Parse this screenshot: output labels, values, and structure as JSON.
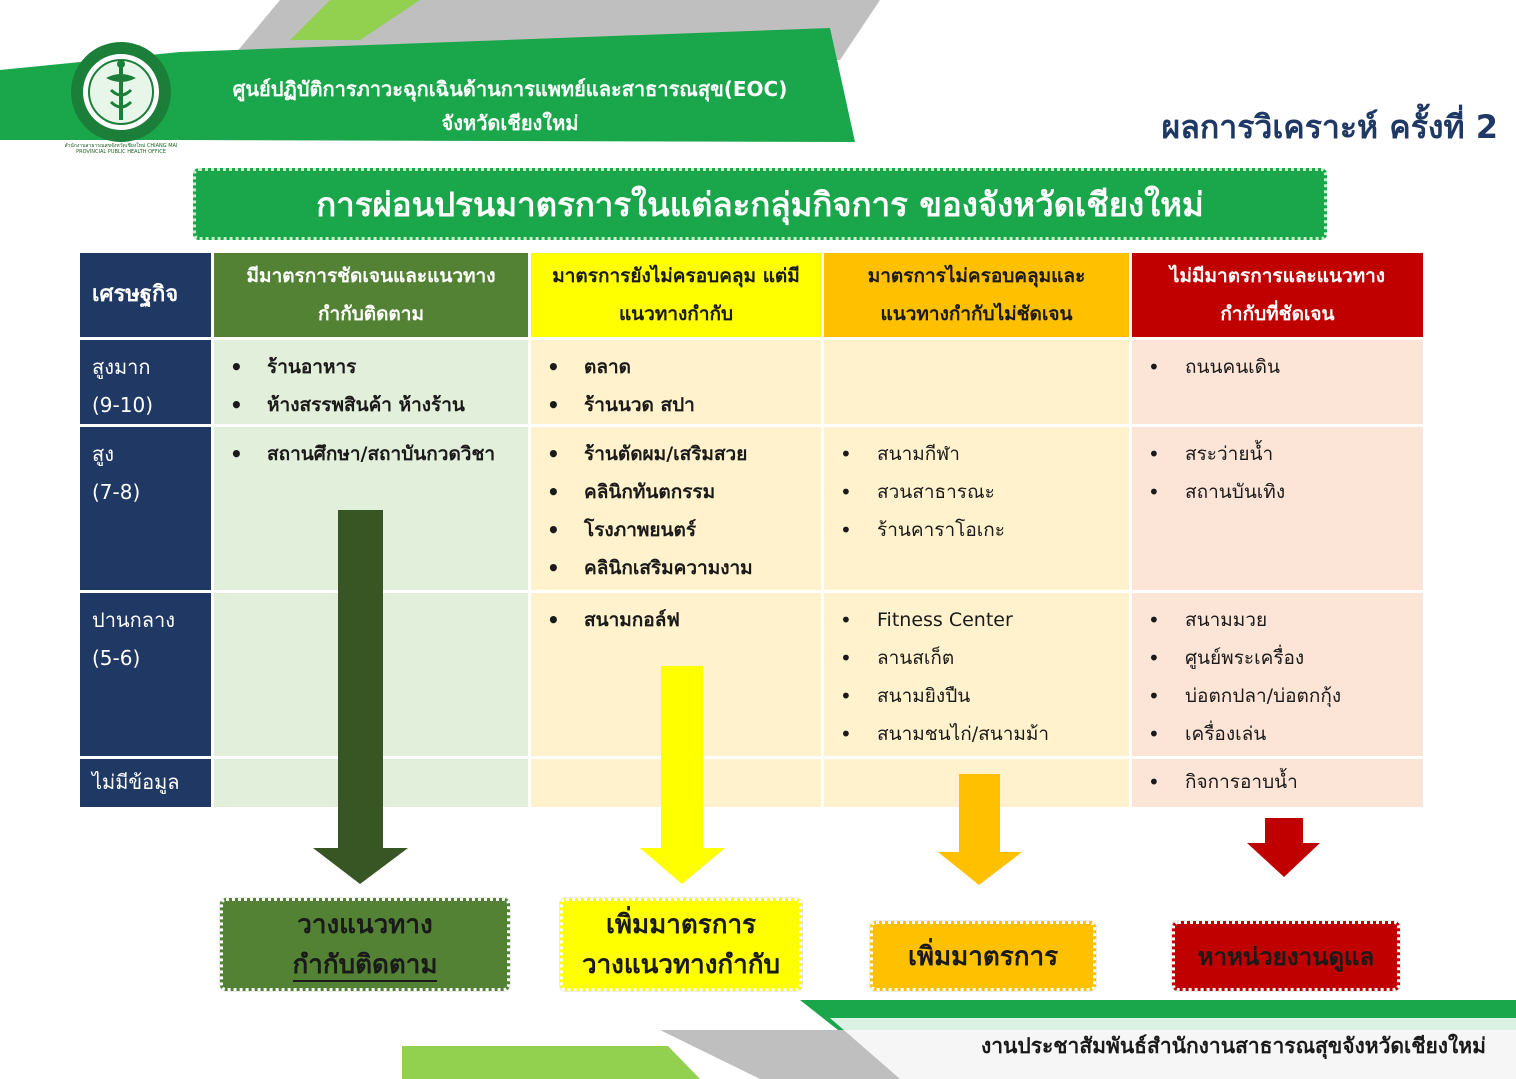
{
  "header": {
    "title_line1": "ศูนย์ปฏิบัติการภาวะฉุกเฉินด้านการแพทย์และสาธารณสุข(EOC)",
    "title_line2": "จังหวัดเชียงใหม่",
    "analysis": "ผลการวิเคราะห์ ครั้งที่ 2",
    "logo_caption": "สำนักงานสาธารณสุขจังหวัดเชียงใหม่ CHIANG MAI PROVINCIAL PUBLIC HEALTH OFFICE"
  },
  "banner": "การผ่อนปรนมาตรการในแต่ละกลุ่มกิจการ ของจังหวัดเชียงใหม่",
  "table": {
    "header_economy": "เศรษฐกิจ",
    "columns": [
      {
        "line1": "มีมาตรการชัดเจนและแนวทาง",
        "line2": "กำกับติดตาม",
        "color": "#548235"
      },
      {
        "line1": "มาตรการยังไม่ครอบคลุม แต่มี",
        "line2": "แนวทางกำกับ",
        "color": "#ffff00"
      },
      {
        "line1": "มาตรการไม่ครอบคลุมและ",
        "line2": "แนวทางกำกับไม่ชัดเจน",
        "color": "#ffc000"
      },
      {
        "line1": "ไม่มีมาตรการและแนวทาง",
        "line2": "กำกับที่ชัดเจน",
        "color": "#c00000"
      }
    ],
    "rows": [
      {
        "label": "สูงมาก",
        "range": "(9-10)",
        "c1": [
          "ร้านอาหาร",
          "ห้างสรรพสินค้า ห้างร้าน"
        ],
        "c2": [
          "ตลาด",
          "ร้านนวด สปา"
        ],
        "c3": [],
        "c4": [
          "ถนนคนเดิน"
        ]
      },
      {
        "label": "สูง",
        "range": "(7-8)",
        "c1": [
          "สถานศึกษา/สถาบันกวดวิชา"
        ],
        "c2": [
          "ร้านตัดผม/เสริมสวย",
          "คลินิกทันตกรรม",
          "โรงภาพยนตร์",
          "คลินิกเสริมความงาม"
        ],
        "c3": [
          "สนามกีฬา",
          "สวนสาธารณะ",
          "ร้านคาราโอเกะ"
        ],
        "c4": [
          "สระว่ายน้ำ",
          "สถานบันเทิง"
        ]
      },
      {
        "label": "ปานกลาง",
        "range": "(5-6)",
        "c1": [],
        "c2": [
          "สนามกอล์ฟ"
        ],
        "c3": [
          "Fitness Center",
          "ลานสเก็ต",
          "สนามยิงปืน",
          "สนามชนไก่/สนามม้า"
        ],
        "c4": [
          "สนามมวย",
          "ศูนย์พระเครื่อง",
          "บ่อตกปลา/บ่อตกกุ้ง",
          "เครื่องเล่น"
        ]
      },
      {
        "label": "ไม่มีข้อมูล",
        "range": "",
        "c1": [],
        "c2": [],
        "c3": [],
        "c4": [
          "กิจการอาบน้ำ"
        ]
      }
    ]
  },
  "actions": {
    "a1_line1": "วางแนวทาง",
    "a1_line2": "กำกับติดตาม",
    "a2_line1": "เพิ่มมาตรการ",
    "a2_line2": "วางแนวทางกำกับ",
    "a3": "เพิ่มมาตรการ",
    "a4": "หาหน่วยงานดูแล"
  },
  "footer": "งานประชาสัมพันธ์สำนักงานสาธารณสุขจังหวัดเชียงใหม่",
  "colors": {
    "brand_green": "#1aa64a",
    "navy": "#203864",
    "dark_green": "#375623",
    "yellow": "#ffff00",
    "amber": "#ffc000",
    "red": "#c00000"
  }
}
